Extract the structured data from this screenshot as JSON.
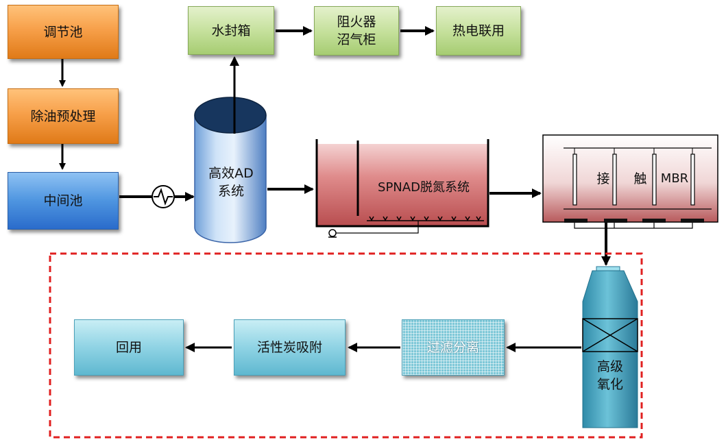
{
  "nodes": {
    "regulating_tank": "调节池",
    "oil_pretreatment": "除油预处理",
    "intermediate_tank": "中间池",
    "ad_system": "高效AD\n系统",
    "water_seal_tank": "水封箱",
    "flame_arrester_gas_holder": "阻火器\n沼气柜",
    "chp_use": "热电联用",
    "spnad_system": "SPNAD脱氮系统",
    "contact_mbr_1": "接",
    "contact_mbr_2": "触",
    "contact_mbr_3": "MBR",
    "advanced_oxidation": "高级\n氧化",
    "filtration_separation": "过滤分离",
    "activated_carbon": "活性炭吸附",
    "reuse": "回用"
  },
  "colors": {
    "pretreatment": "#f39a3c",
    "biogas": "#c6e19d",
    "intermediate": "#3d86d8",
    "advanced": "#8fd3e4",
    "spnad": "#d9797a",
    "dashed_frame": "#e02020"
  }
}
